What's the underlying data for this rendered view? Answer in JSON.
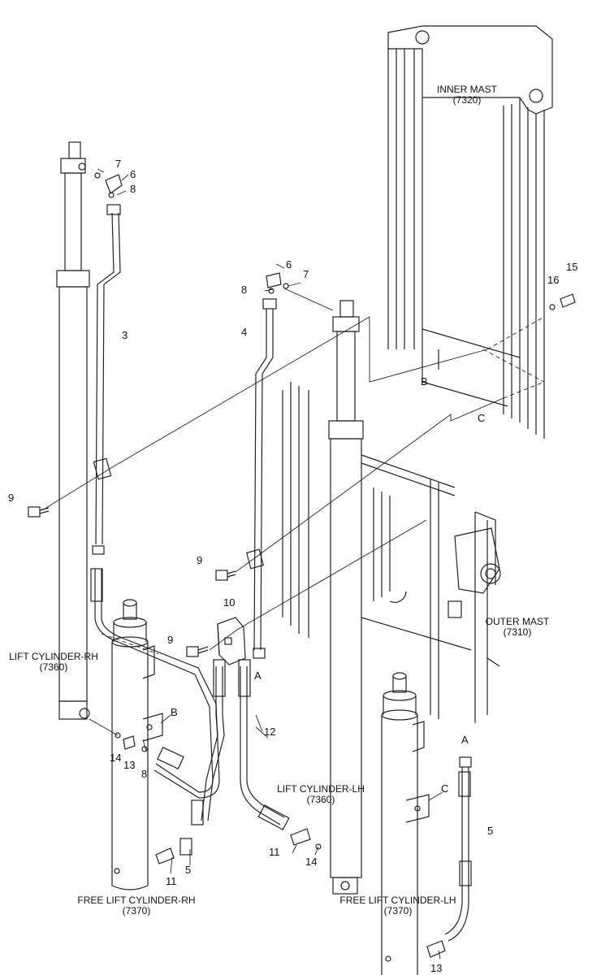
{
  "labels": {
    "inner_mast": "INNER MAST",
    "inner_mast_code": "(7320)",
    "outer_mast": "OUTER MAST",
    "outer_mast_code": "(7310)",
    "lift_cyl_rh": "LIFT CYLINDER-RH",
    "lift_cyl_rh_code": "(7360)",
    "lift_cyl_lh": "LIFT CYLINDER-LH",
    "lift_cyl_lh_code": "(7360)",
    "free_lift_rh": "FREE LIFT CYLINDER-RH",
    "free_lift_rh_code": "(7370)",
    "free_lift_lh": "FREE LIFT CYLINDER-LH",
    "free_lift_lh_code": "(7370)"
  },
  "callouts": {
    "n3": "3",
    "n4": "4",
    "n5a": "5",
    "n5b": "5",
    "n6a": "6",
    "n6b": "6",
    "n7a": "7",
    "n7b": "7",
    "n8a": "8",
    "n8b": "8",
    "n8c": "8",
    "n9a": "9",
    "n9b": "9",
    "n9c": "9",
    "n10": "10",
    "n11a": "11",
    "n11b": "11",
    "n12": "12",
    "n13a": "13",
    "n13b": "13",
    "n14a": "14",
    "n14b": "14",
    "n15": "15",
    "n16": "16",
    "refA1": "A",
    "refA2": "A",
    "refB1": "B",
    "refB2": "B",
    "refC1": "C",
    "refC2": "C"
  }
}
